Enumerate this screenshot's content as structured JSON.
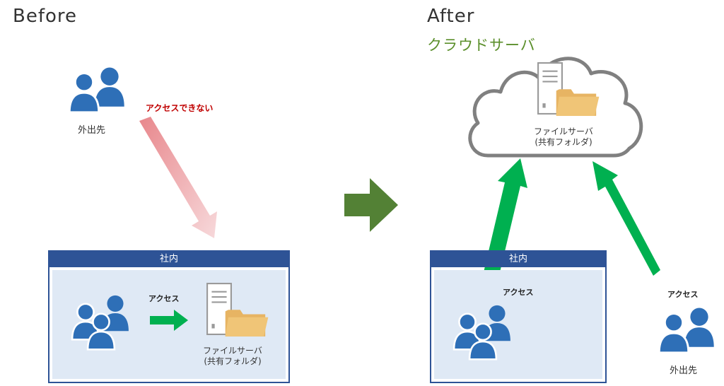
{
  "before": {
    "title": "Before",
    "remote_caption": "外出先",
    "blocked_label": "アクセスできない",
    "office_title": "社内",
    "access_label": "アクセス",
    "server_label_line1": "ファイルサーバ",
    "server_label_line2": "(共有フォルダ)"
  },
  "after": {
    "title": "After",
    "cloud_title": "クラウドサーバ",
    "server_label_line1": "ファイルサーバ",
    "server_label_line2": "(共有フォルダ)",
    "office_title": "社内",
    "office_access_label": "アクセス",
    "remote_access_label": "アクセス",
    "remote_caption": "外出先"
  },
  "colors": {
    "user_blue": "#2e6fb7",
    "office_header": "#2e5396",
    "office_body": "#dfe9f5",
    "green_arrow": "#00b050",
    "big_arrow": "#538135",
    "blocked_red": "#e8878c",
    "folder": "#f0c577",
    "cloud_stroke": "#808080"
  },
  "icons": {
    "users": "users-icon",
    "server": "server-icon",
    "folder": "folder-icon",
    "cloud": "cloud-icon"
  }
}
